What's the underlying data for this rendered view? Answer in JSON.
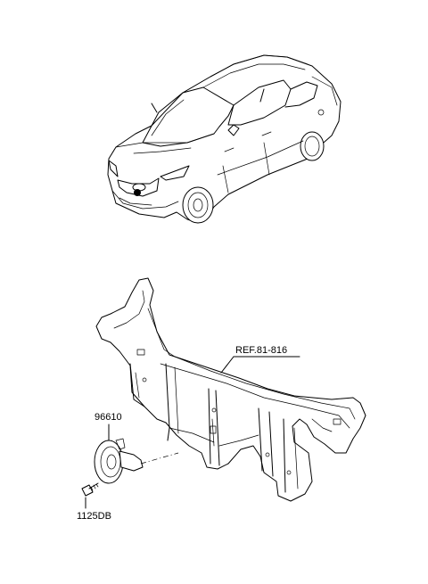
{
  "labels": {
    "ref": "REF.81-816",
    "horn": "96610",
    "bolt": "1125DB"
  }
}
